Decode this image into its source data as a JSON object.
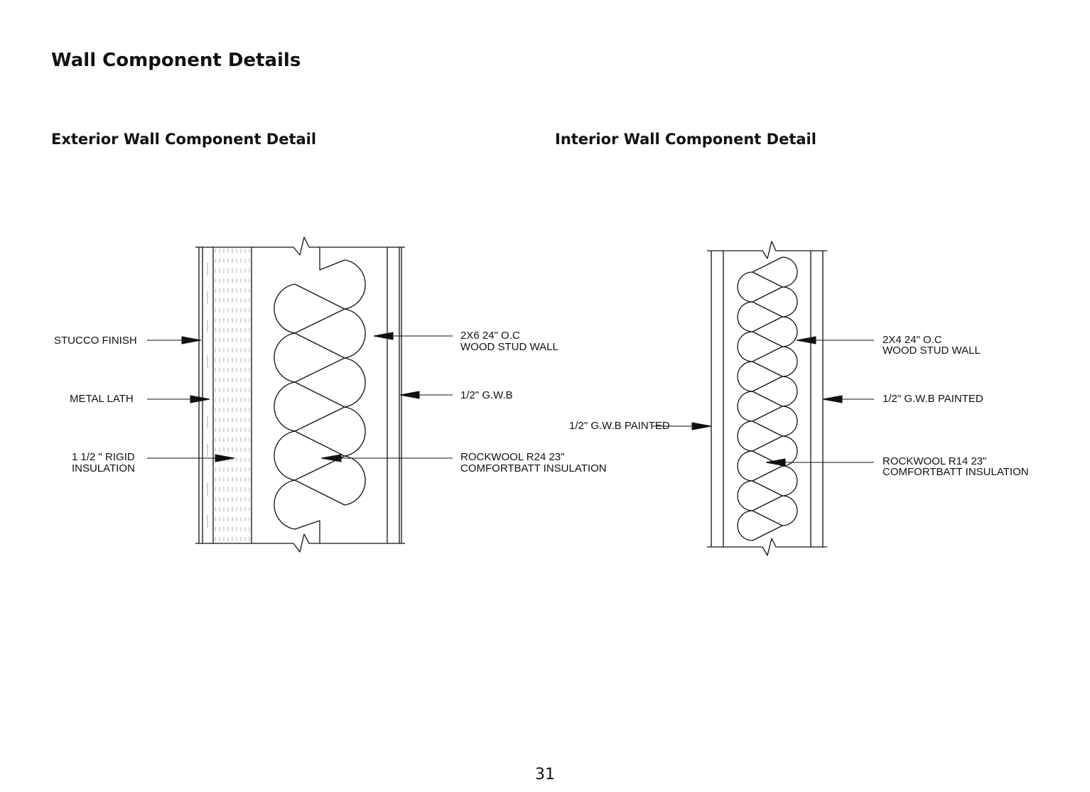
{
  "page": {
    "title": "Wall Component Details",
    "page_number": "31"
  },
  "exterior": {
    "heading": "Exterior Wall Component Detail",
    "labels": {
      "stucco": "STUCCO FINISH",
      "lath": "METAL LATH",
      "rigid_1": "1 1/2 \" RIGID",
      "rigid_2": "INSULATION",
      "stud_1": "2X6 24\" O.C",
      "stud_2": "WOOD STUD WALL",
      "gwb": "1/2\" G.W.B",
      "rockwool_1": "ROCKWOOL R24 23\"",
      "rockwool_2": "COMFORTBATT INSULATION"
    }
  },
  "interior": {
    "heading": "Interior Wall Component Detail",
    "labels": {
      "stud_1": "2X4 24\" O.C",
      "stud_2": "WOOD STUD WALL",
      "gwb_right": "1/2\" G.W.B PAINTED",
      "gwb_left": "1/2\" G.W.B PAINTED",
      "rockwool_1": "ROCKWOOL R14 23\"",
      "rockwool_2": "COMFORTBATT INSULATION"
    }
  }
}
